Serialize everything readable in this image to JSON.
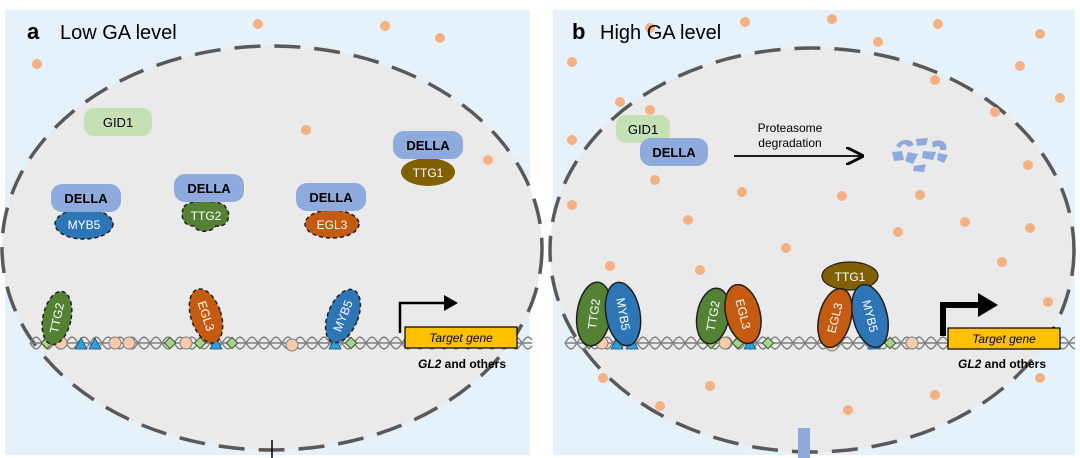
{
  "panel_a": {
    "letter": "a",
    "title": "Low GA level",
    "gid1": "GID1",
    "della": "DELLA",
    "myb5": "MYB5",
    "ttg2": "TTG2",
    "egl3": "EGL3",
    "ttg1": "TTG1",
    "target_gene": "Target gene",
    "gl2_bold": "GL2",
    "gl2_rest": " and others"
  },
  "panel_b": {
    "letter": "b",
    "title": "High GA level",
    "gid1": "GID1",
    "della": "DELLA",
    "proteasome_line1": "Proteasome",
    "proteasome_line2": "degradation",
    "ttg2": "TTG2",
    "myb5": "MYB5",
    "egl3": "EGL3",
    "ttg1": "TTG1",
    "target_gene": "Target gene",
    "gl2_bold": "GL2",
    "gl2_rest": " and others"
  },
  "colors": {
    "background": "#e6f2fb",
    "nucleus": "#eaeaea",
    "della": "#8faadc",
    "gid1": "#c5e0b4",
    "myb5": "#2e75b6",
    "ttg2": "#548235",
    "egl3": "#c55a11",
    "ttg1": "#806000",
    "target_gene": "#ffc000",
    "dot": "#f4b183"
  }
}
